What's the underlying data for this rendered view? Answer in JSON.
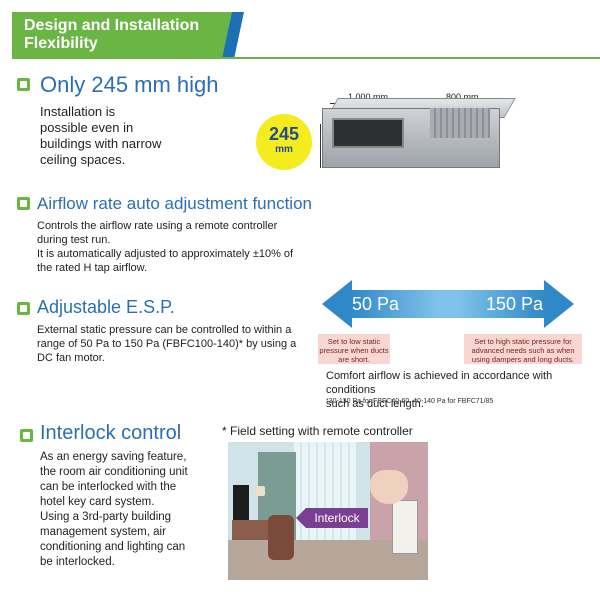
{
  "header": {
    "title_line1": "Design and Installation",
    "title_line2": "Flexibility"
  },
  "section1": {
    "heading": "Only 245 mm high",
    "body": [
      "Installation is",
      "possible even in",
      "buildings with narrow",
      "ceiling spaces."
    ],
    "dim_width": "1,000 mm",
    "dim_depth": "800 mm",
    "badge_value": "245",
    "badge_unit": "mm"
  },
  "section2": {
    "heading": "Airflow rate auto adjustment function",
    "body": [
      "Controls the airflow rate using a remote controller",
      "during test run.",
      "It is automatically adjusted to approximately ±10% of",
      "the rated H tap airflow."
    ]
  },
  "section3": {
    "heading": "Adjustable E.S.P.",
    "body": [
      "External static pressure can be controlled to within a",
      "range of 50 Pa to 150 Pa (FBFC100-140)* by using a",
      "DC fan motor."
    ],
    "arrow_low": "50 Pa",
    "arrow_high": "150 Pa",
    "low_note": [
      "Set to low static",
      "pressure when ducts",
      "are short."
    ],
    "high_note": [
      "Set to high static pressure for",
      "advanced needs such as when",
      "using dampers and long ducts."
    ],
    "comfort": [
      "Comfort airflow is achieved in accordance with conditions",
      "such as duct length."
    ],
    "footnote": "*30-130 Pa for FBFC40-60, 40-140 Pa for FBFC71/85"
  },
  "section4": {
    "heading": "Interlock control",
    "field_note": "* Field setting with remote controller",
    "body": [
      "As an energy saving feature,",
      "the room air conditioning unit",
      "can be interlocked with the",
      "hotel key card system.",
      "Using a 3rd-party building",
      "management system, air",
      "conditioning and lighting can",
      "be interlocked."
    ],
    "interlock_label": "Interlock"
  },
  "colors": {
    "accent_green": "#6bb545",
    "heading_blue": "#2a6fb6",
    "badge_yellow": "#f4ec1e",
    "interlock_purple": "#7b3f91"
  }
}
